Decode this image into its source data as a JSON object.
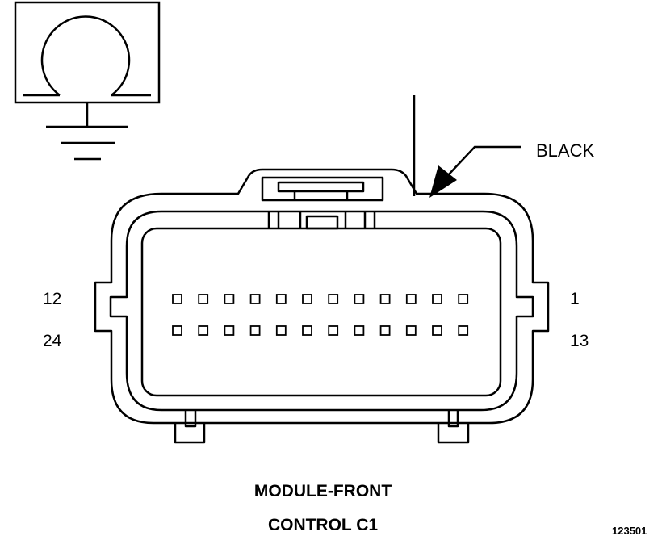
{
  "ground_symbol": {
    "icon": "ground-terminal-icon"
  },
  "connector": {
    "icon": "24-pin-connector-face-icon",
    "color_label": "BLACK",
    "pin_rows": [
      {
        "left_label": "12",
        "right_label": "1",
        "pin_count": 12
      },
      {
        "left_label": "24",
        "right_label": "13",
        "pin_count": 12
      }
    ]
  },
  "caption": {
    "line1": "MODULE-FRONT",
    "line2": "CONTROL C1"
  },
  "figure_number": "123501"
}
